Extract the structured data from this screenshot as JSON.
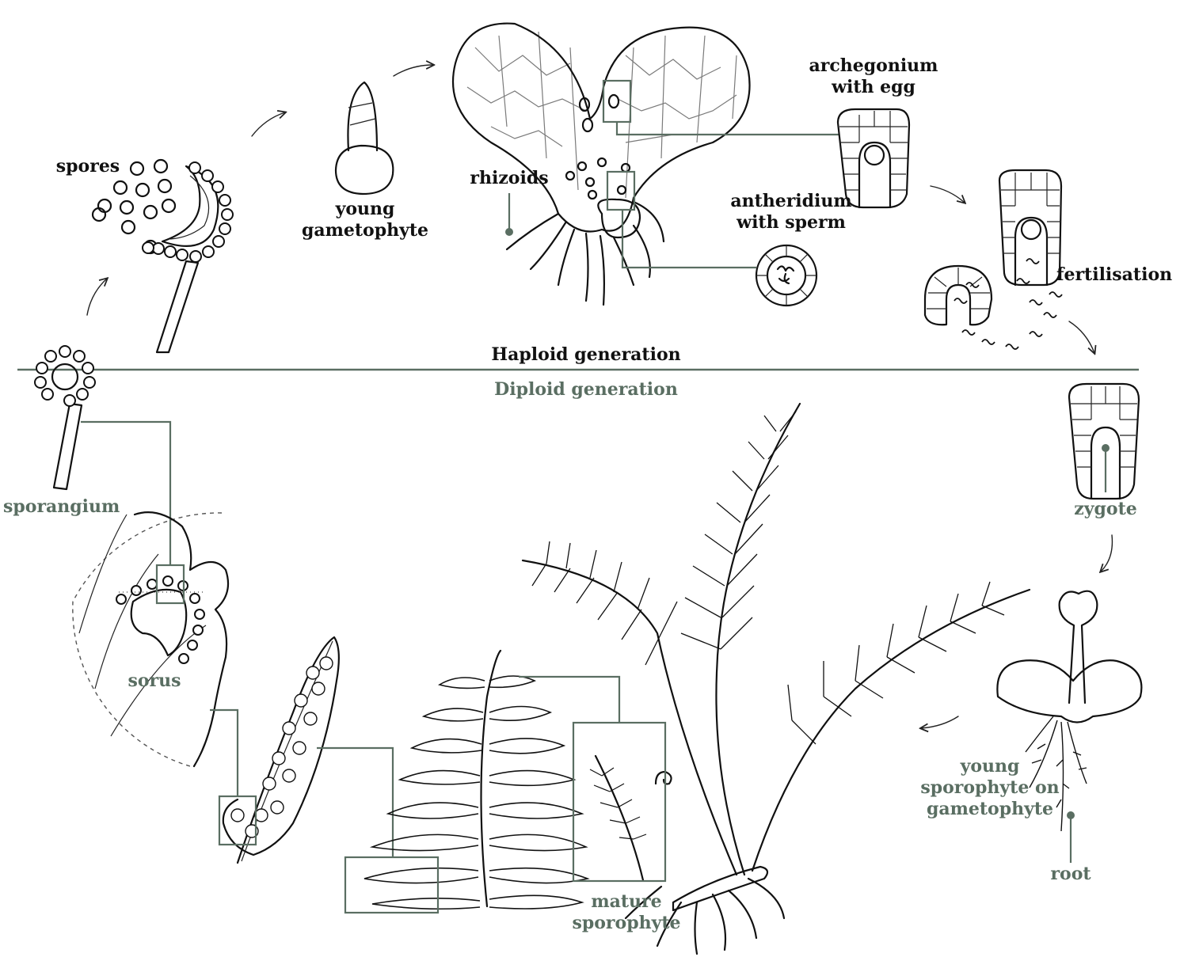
{
  "labels": {
    "spores": "spores",
    "young_gametophyte": "young\ngametophyte",
    "rhizoids": "rhizoids",
    "archegonium": "archegonium\nwith egg",
    "antheridium": "antheridium\nwith sperm",
    "fertilisation": "fertilisation",
    "haploid": "Haploid generation",
    "diploid": "Diploid generation",
    "sporangium": "sporangium",
    "sorus": "sorus",
    "zygote": "zygote",
    "young_sporophyte": "young\nsporophyte on\ngametophyte",
    "root": "root",
    "mature_sporophyte": "mature\nsporophyte"
  },
  "colors": {
    "ink": "#111111",
    "accent_green": "#5a6e62",
    "background": "#ffffff"
  }
}
